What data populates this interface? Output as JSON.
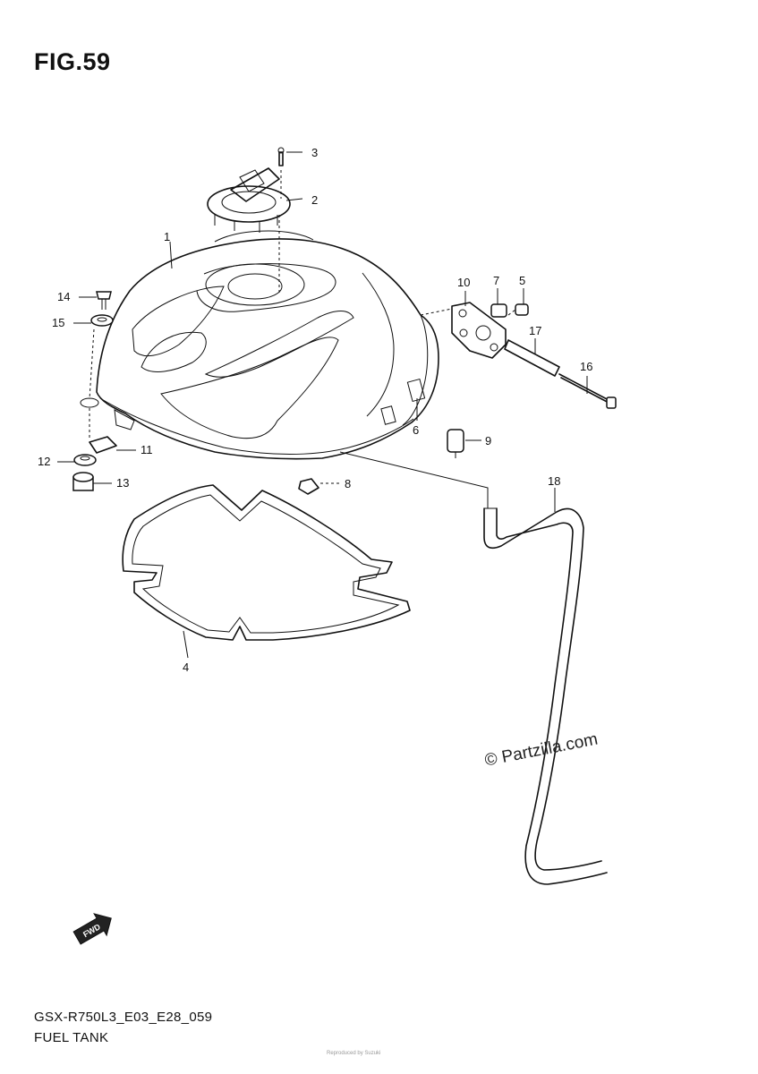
{
  "figure": {
    "title": "FIG.59",
    "code": "GSX-R750L3_E03_E28_059",
    "name": "FUEL TANK"
  },
  "watermark": "© Partzilla.com",
  "footnote": "Reproduced by Suzuki",
  "callouts": [
    "1",
    "2",
    "3",
    "4",
    "5",
    "6",
    "7",
    "8",
    "9",
    "10",
    "11",
    "12",
    "13",
    "14",
    "15",
    "16",
    "17",
    "18"
  ],
  "arrow_label": "FWD"
}
